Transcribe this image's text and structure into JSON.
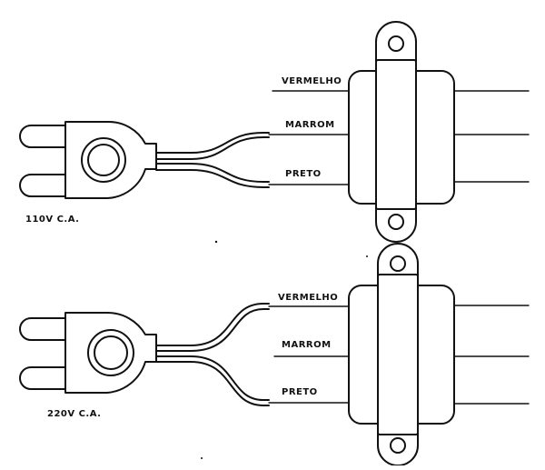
{
  "diagrams": [
    {
      "voltage_label": "110V C.A.",
      "wire_labels": {
        "red": "VERMELHO",
        "brown": "MARROM",
        "black": "PRETO"
      },
      "connection": "brown-black"
    },
    {
      "voltage_label": "220V C.A.",
      "wire_labels": {
        "red": "VERMELHO",
        "brown": "MARROM",
        "black": "PRETO"
      },
      "connection": "red-black"
    }
  ],
  "colors": {
    "ink": "#111111",
    "background": "#ffffff"
  }
}
